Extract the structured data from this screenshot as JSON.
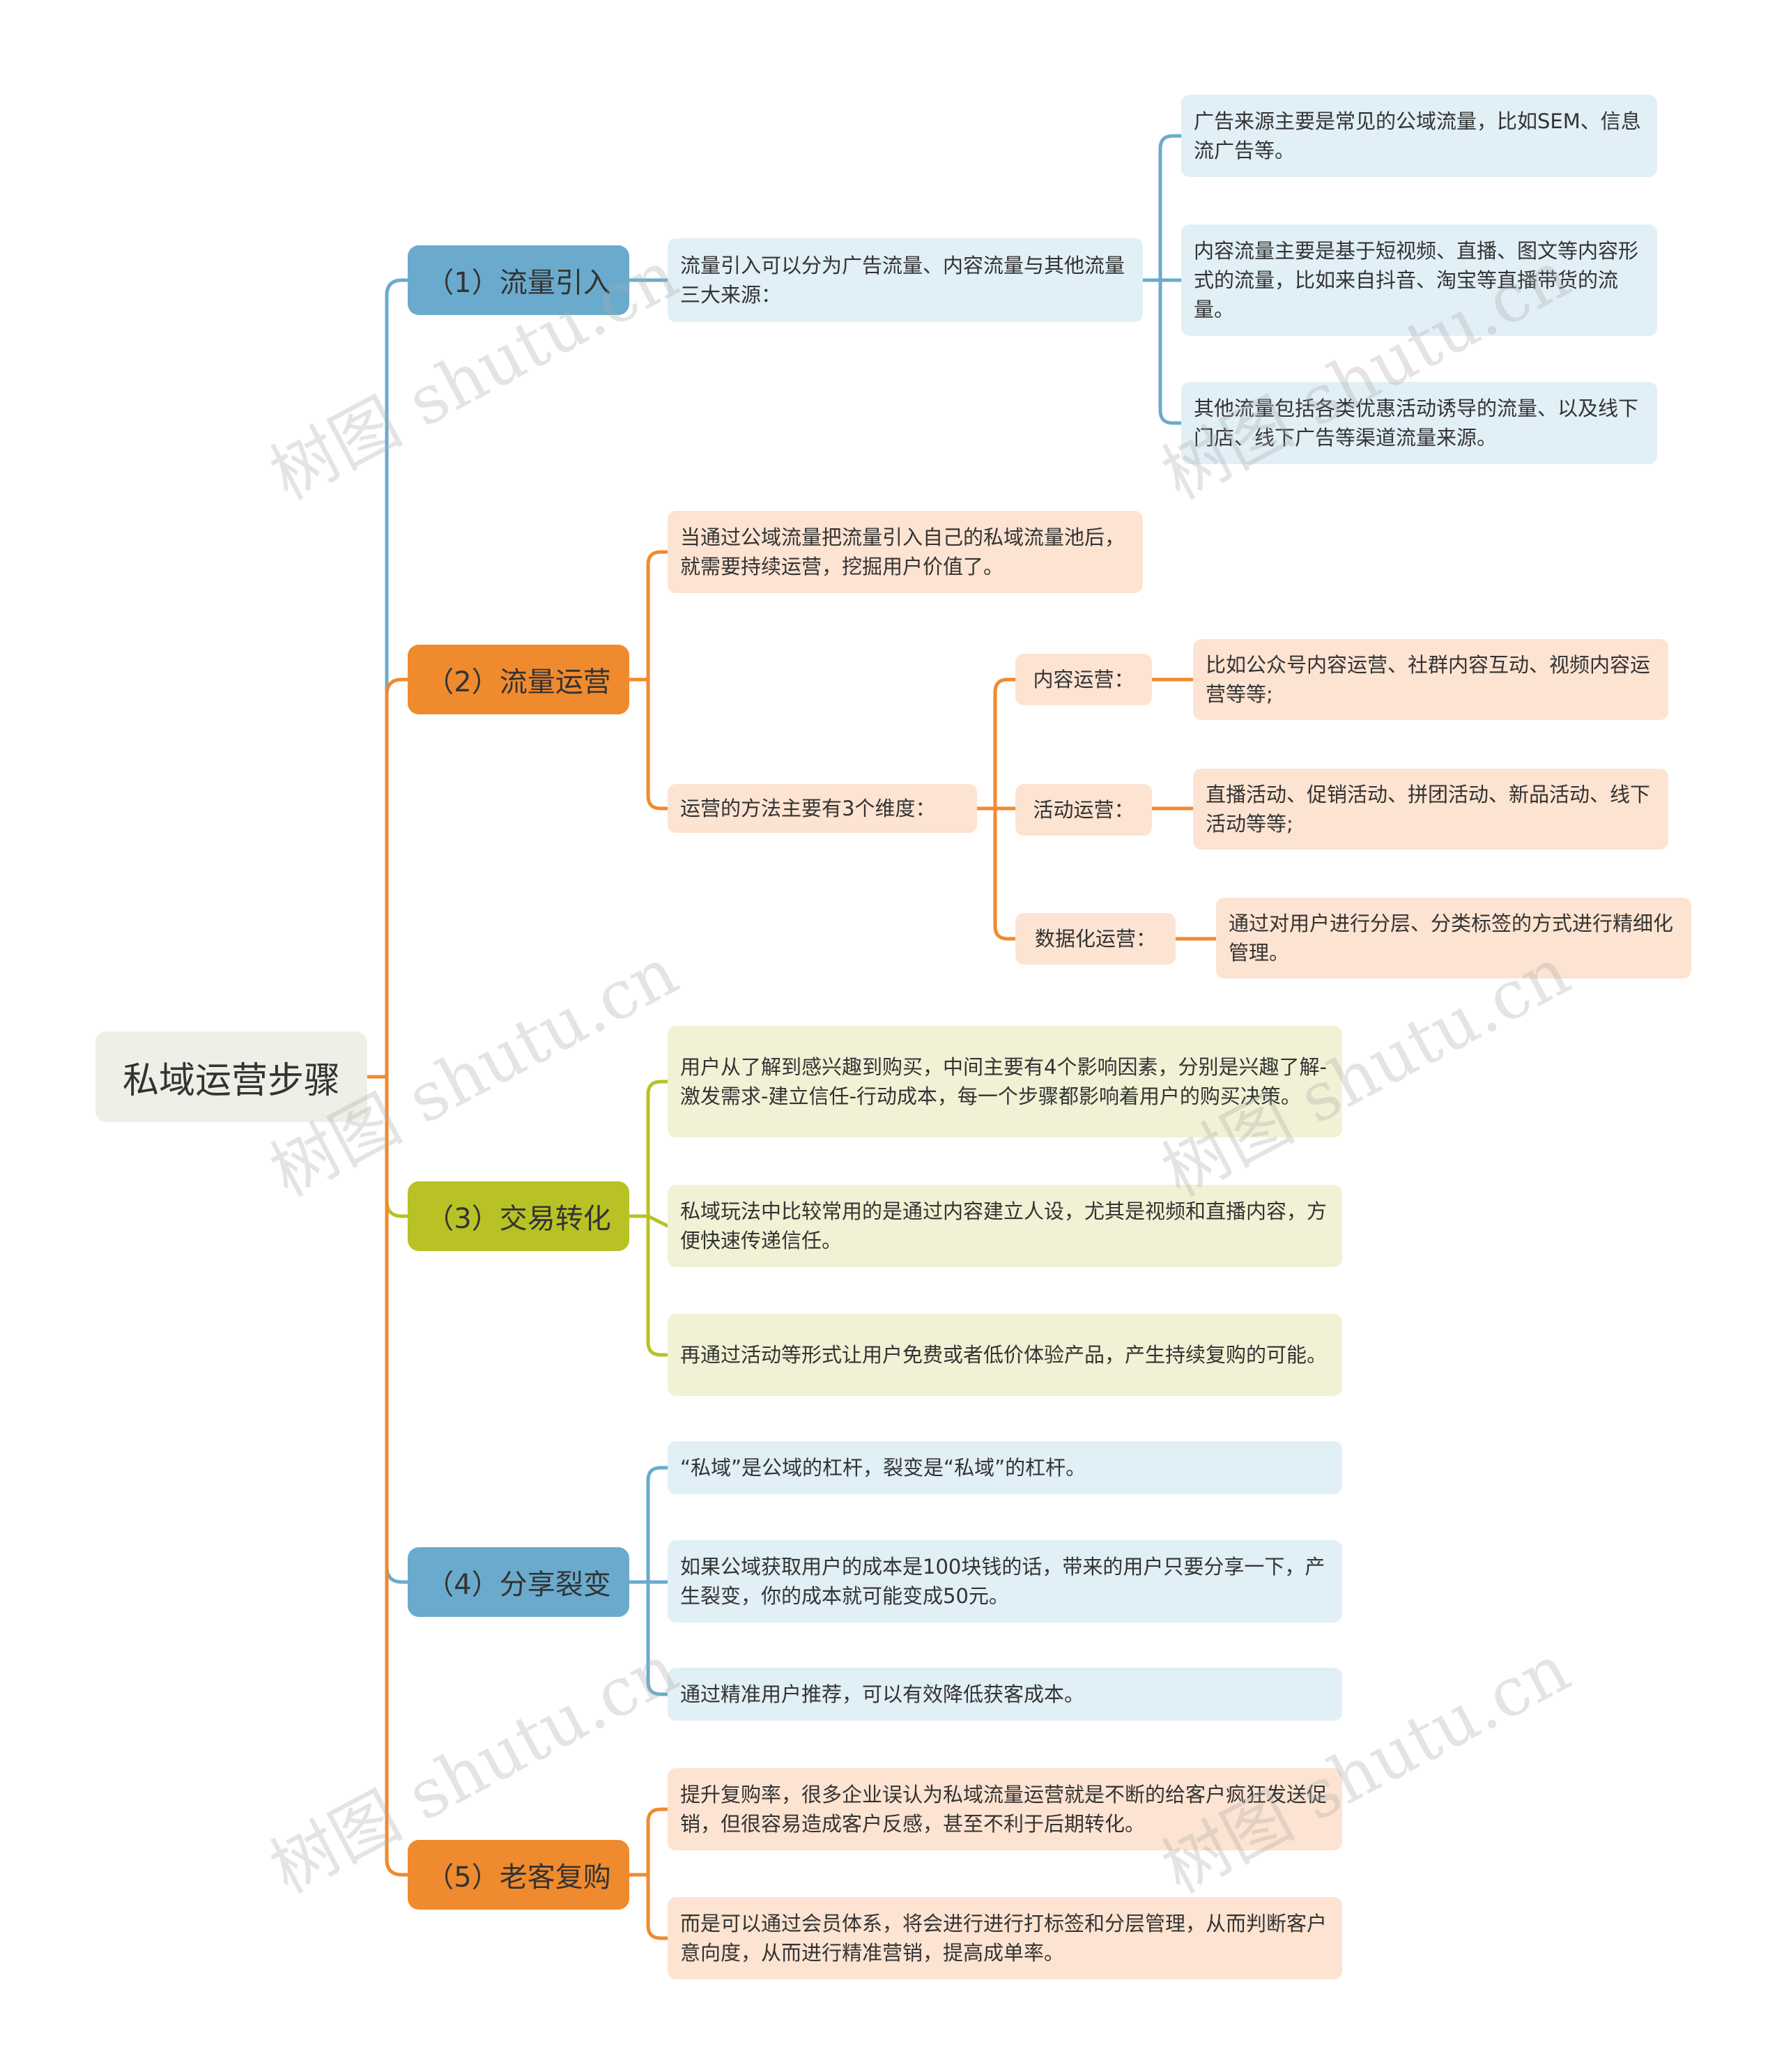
{
  "root": {
    "label": "私域运营步骤"
  },
  "colors": {
    "blue": "#6aabcd",
    "orange": "#f08a2e",
    "olive": "#b8c224"
  },
  "branches": [
    {
      "label": "（1）流量引入",
      "color": "blue",
      "intro": "流量引入可以分为广告流量、内容流量与其他流量三大来源：",
      "sources": [
        "广告来源主要是常见的公域流量，比如SEM、信息流广告等。",
        "内容流量主要是基于短视频、直播、图文等内容形式的流量，比如来自抖音、淘宝等直播带货的流量。",
        "其他流量包括各类优惠活动诱导的流量、以及线下门店、线下广告等渠道流量来源。"
      ]
    },
    {
      "label": "（2）流量运营",
      "color": "orange",
      "intro": "当通过公域流量把流量引入自己的私域流量池后，就需要持续运营，挖掘用户价值了。",
      "methods_label": "运营的方法主要有3个维度：",
      "methods": [
        {
          "label": "内容运营：",
          "detail": "比如公众号内容运营、社群内容互动、视频内容运营等等;"
        },
        {
          "label": "活动运营：",
          "detail": "直播活动、促销活动、拼团活动、新品活动、线下活动等等;"
        },
        {
          "label": "数据化运营：",
          "detail": "通过对用户进行分层、分类标签的方式进行精细化管理。"
        }
      ]
    },
    {
      "label": "（3）交易转化",
      "color": "olive",
      "items": [
        "用户从了解到感兴趣到购买，中间主要有4个影响因素，分别是兴趣了解-激发需求-建立信任-行动成本，每一个步骤都影响着用户的购买决策。",
        "私域玩法中比较常用的是通过内容建立人设，尤其是视频和直播内容，方便快速传递信任。",
        "再通过活动等形式让用户免费或者低价体验产品，产生持续复购的可能。"
      ]
    },
    {
      "label": "（4）分享裂变",
      "color": "blue",
      "items": [
        "“私域”是公域的杠杆，裂变是“私域”的杠杆。",
        "如果公域获取用户的成本是100块钱的话，带来的用户只要分享一下，产生裂变，你的成本就可能变成50元。",
        "通过精准用户推荐，可以有效降低获客成本。"
      ]
    },
    {
      "label": "（5）老客复购",
      "color": "orange",
      "items": [
        "提升复购率，很多企业误认为私域流量运营就是不断的给客户疯狂发送促销，但很容易造成客户反感，甚至不利于后期转化。",
        "而是可以通过会员体系，将会进行进行打标签和分层管理，从而判断客户意向度，从而进行精准营销，提高成单率。"
      ]
    }
  ],
  "watermark": "树图 shutu.cn"
}
